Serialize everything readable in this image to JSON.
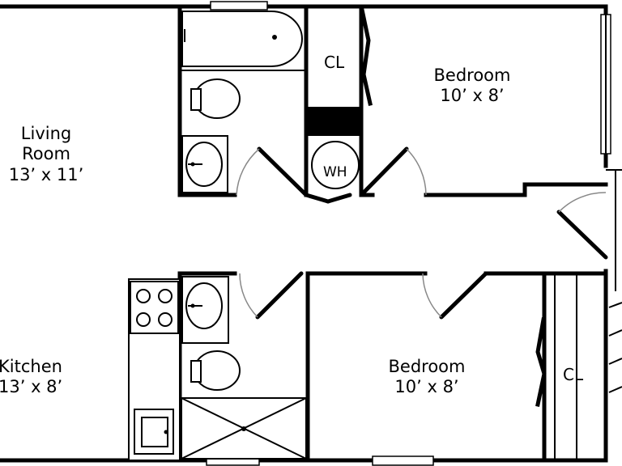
{
  "rooms": {
    "living": {
      "name_line1": "Living",
      "name_line2": "Room",
      "size": "13’ x 11’"
    },
    "kitchen": {
      "name": "Kitchen",
      "size": "13’ x 8’"
    },
    "bedroom_top": {
      "name": "Bedroom",
      "size": "10’ x 8’"
    },
    "bedroom_bottom": {
      "name": "Bedroom",
      "size": "10’ x 8’"
    }
  },
  "closets": {
    "top": "CL",
    "bottom": "CL"
  },
  "water_heater": "WH"
}
